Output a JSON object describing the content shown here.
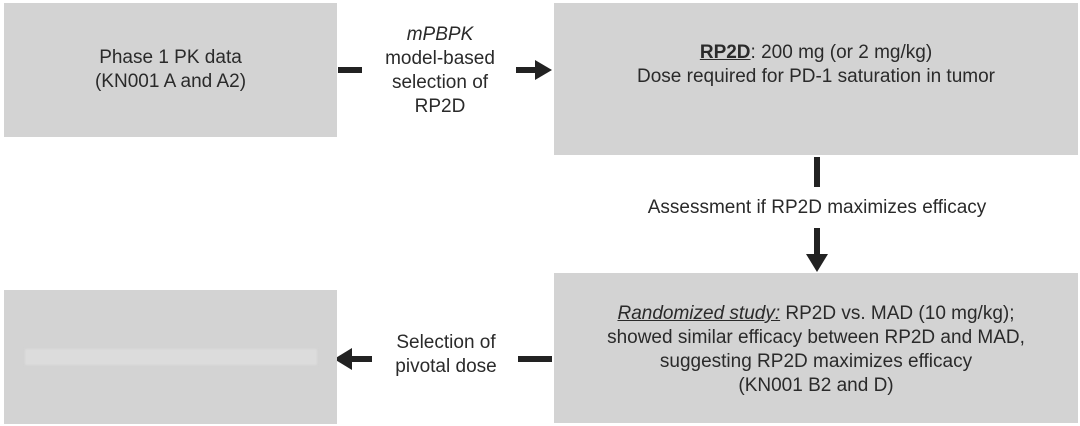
{
  "boxes": {
    "phase1": {
      "line1": "Phase 1 PK data",
      "line2": "(KN001 A and A2)"
    },
    "rp2d": {
      "title": "RP2D",
      "title_suffix": ": 200 mg (or 2 mg/kg)",
      "line2": "Dose required for PD-1 saturation in tumor"
    },
    "randomized": {
      "title": "Randomized study:",
      "title_suffix": " RP2D vs. MAD (10 mg/kg);",
      "line2": "showed similar efficacy between RP2D and MAD,",
      "line3": "suggesting RP2D maximizes efficacy",
      "line4": "(KN001 B2 and D)"
    },
    "pivotal": {
      "text": ""
    }
  },
  "arrows": {
    "mpbpk": {
      "line1": "mPBPK",
      "line2": "model-based",
      "line3": "selection of",
      "line4": "RP2D"
    },
    "assessment": {
      "text": "Assessment if RP2D maximizes efficacy"
    },
    "selection": {
      "line1": "Selection of",
      "line2": "pivotal dose"
    }
  },
  "colors": {
    "box_fill": "#d3d3d3",
    "arrow": "#222222",
    "text": "#2a2a2a"
  }
}
